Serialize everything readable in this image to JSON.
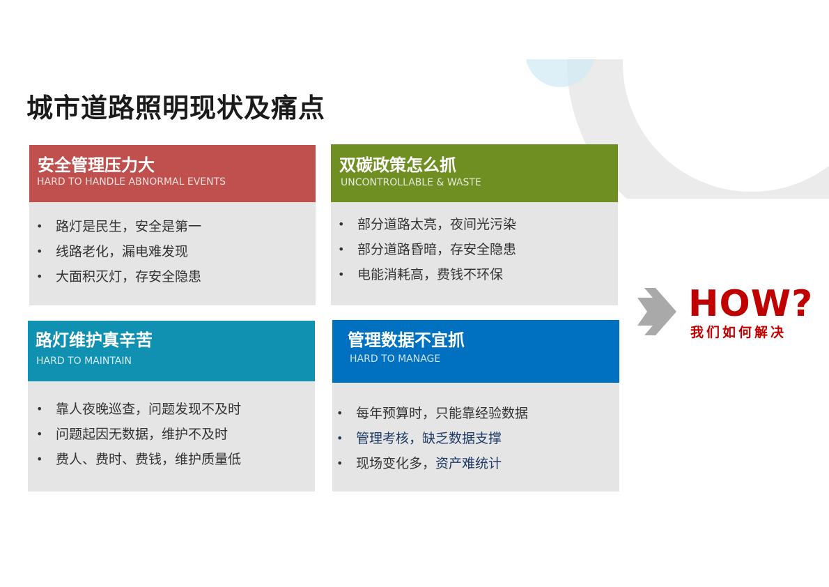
{
  "page": {
    "title": "城市道路照明现状及痛点"
  },
  "cards": [
    {
      "title": "安全管理压力大",
      "subtitle": "HARD TO HANDLE ABNORMAL EVENTS",
      "color": "#C0504D",
      "bullets": [
        "路灯是民生，安全是第一",
        "线路老化，漏电难发现",
        "大面积灭灯，存安全隐患"
      ]
    },
    {
      "title": "双碳政策怎么抓",
      "subtitle": "UNCONTROLLABLE & WASTE",
      "color": "#6F8F22",
      "bullets": [
        "部分道路太亮，夜间光污染",
        "部分道路昏暗，存安全隐患",
        "电能消耗高，费钱不环保"
      ]
    },
    {
      "title": "路灯维护真辛苦",
      "subtitle": "HARD TO MAINTAIN",
      "color": "#1191B1",
      "bullets": [
        "靠人夜晚巡查，问题发现不及时",
        "问题起因无数据，维护不及时",
        "费人、费时、费钱，维护质量低"
      ]
    },
    {
      "title": "管理数据不宜抓",
      "subtitle": "HARD TO MANAGE",
      "color": "#0070C0",
      "bullets": [
        "每年预算时，只能靠经验数据",
        "管理考核，缺乏数据支撑",
        "现场变化多，"
      ],
      "bullet3_highlight": "资产难统计"
    }
  ],
  "callout": {
    "headline": "HOW?",
    "subtext": "我们如何解决",
    "color": "#C00000",
    "arrow_color": "#A6A6A6",
    "icon": "arrow-right-icon"
  }
}
